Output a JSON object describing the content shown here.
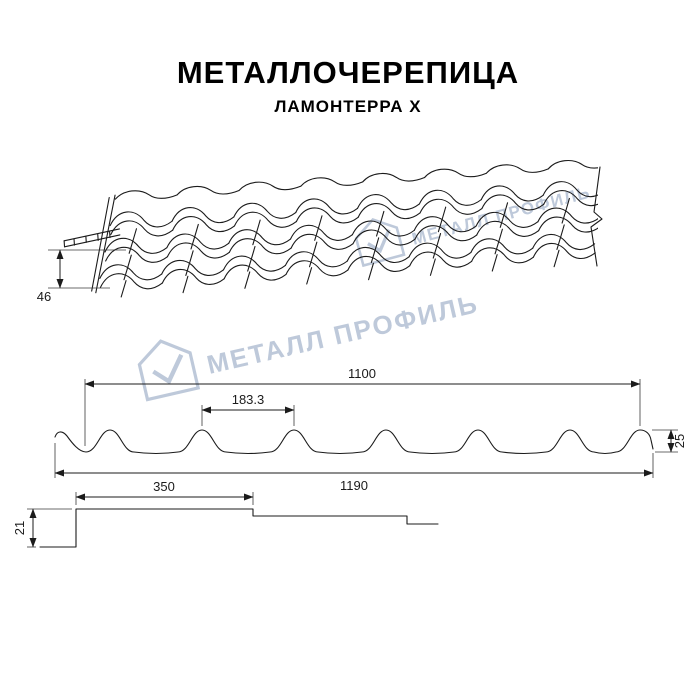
{
  "header": {
    "title": "МЕТАЛЛОЧЕРЕПИЦА",
    "subtitle": "ЛАМОНТЕРРА Х"
  },
  "watermark": {
    "text": "МЕТАЛЛ ПРОФИЛЬ",
    "logo": "house-pentagon-icon",
    "color": "#b7c4d6"
  },
  "dimensions": {
    "persp_height": "46",
    "cover_width": "1100",
    "wave_step": "183.3",
    "profile_height": "25",
    "overall_width": "1190",
    "module_length": "350",
    "step_height": "21"
  },
  "colors": {
    "line": "#1b1b1b",
    "watermark": "#b7c4d6",
    "background": "#ffffff"
  }
}
